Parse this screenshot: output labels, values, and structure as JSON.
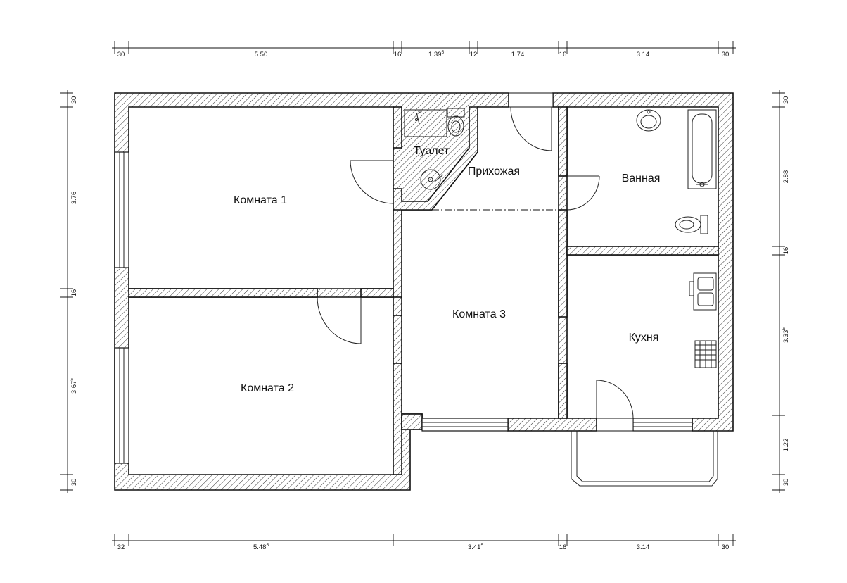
{
  "rooms": {
    "room1": "Комната 1",
    "room2": "Комната 2",
    "room3": "Комната 3",
    "toilet": "Туалет",
    "hallway": "Прихожая",
    "bathroom": "Ванная",
    "kitchen": "Кухня"
  },
  "dims_top": [
    {
      "main": "30",
      "sup": ""
    },
    {
      "main": "5.50",
      "sup": ""
    },
    {
      "main": "16",
      "sup": ""
    },
    {
      "main": "1.39",
      "sup": "5"
    },
    {
      "main": "12",
      "sup": ""
    },
    {
      "main": "1.74",
      "sup": ""
    },
    {
      "main": "16",
      "sup": ""
    },
    {
      "main": "3.14",
      "sup": ""
    },
    {
      "main": "30",
      "sup": ""
    }
  ],
  "dims_bottom": [
    {
      "main": "32",
      "sup": ""
    },
    {
      "main": "5.48",
      "sup": "5"
    },
    {
      "main": "3.41",
      "sup": "5"
    },
    {
      "main": "16",
      "sup": ""
    },
    {
      "main": "3.14",
      "sup": ""
    },
    {
      "main": "30",
      "sup": ""
    }
  ],
  "dims_left": [
    {
      "main": "30",
      "sup": ""
    },
    {
      "main": "3.76",
      "sup": ""
    },
    {
      "main": "16",
      "sup": ""
    },
    {
      "main": "3.67",
      "sup": "5"
    },
    {
      "main": "30",
      "sup": ""
    }
  ],
  "dims_right": [
    {
      "main": "30",
      "sup": ""
    },
    {
      "main": "2.88",
      "sup": ""
    },
    {
      "main": "16",
      "sup": ""
    },
    {
      "main": "3.33",
      "sup": "5"
    },
    {
      "main": "1.22",
      "sup": ""
    },
    {
      "main": "30",
      "sup": ""
    }
  ]
}
